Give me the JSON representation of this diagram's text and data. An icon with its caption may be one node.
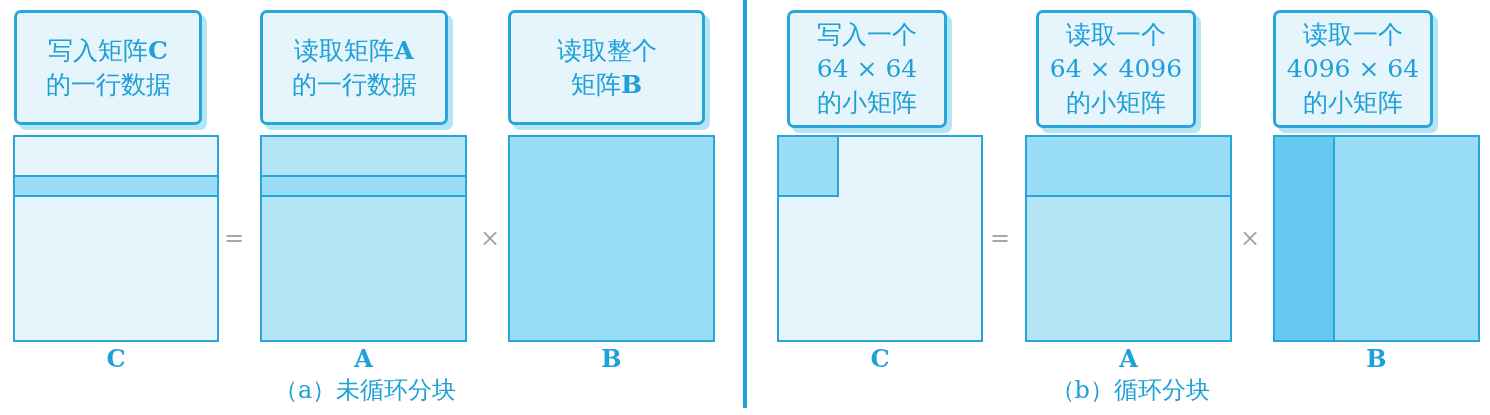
{
  "diagram": {
    "nodes": [
      {
        "text": [
          "写入矩阵**C**的一行数据"
        ]
      },
      {
        "text": [
          "读取矩阵**A**的一行数据"
        ]
      },
      {
        "text": [
          "读取整个矩阵**B**"
        ]
      },
      {
        "text": [],
        "shape": "box",
        "beside": [
          "C"
        ]
      },
      {
        "text": [],
        "shape": "box",
        "beside": [
          "A"
        ]
      },
      {
        "text": [],
        "shape": "box",
        "beside": [
          "B"
        ]
      },
      {
        "text": [
          "写入一个64 × 64的小矩阵"
        ]
      },
      {
        "text": [
          "读取一个64 × 4096的小矩阵"
        ]
      },
      {
        "text": [
          "读取一个4096 × 64的小矩阵"
        ]
      },
      {
        "text": [],
        "shape": "box",
        "beside": [
          "C"
        ]
      },
      {
        "text": [],
        "shape": "box",
        "beside": [
          "A"
        ]
      },
      {
        "text": [],
        "shape": "box",
        "beside": [
          "B"
        ]
      }
    ],
    "edges": [],
    "labels": [
      "=",
      "×",
      "（a）未循环分块",
      "=",
      "×",
      "（b）循环分块"
    ]
  }
}
